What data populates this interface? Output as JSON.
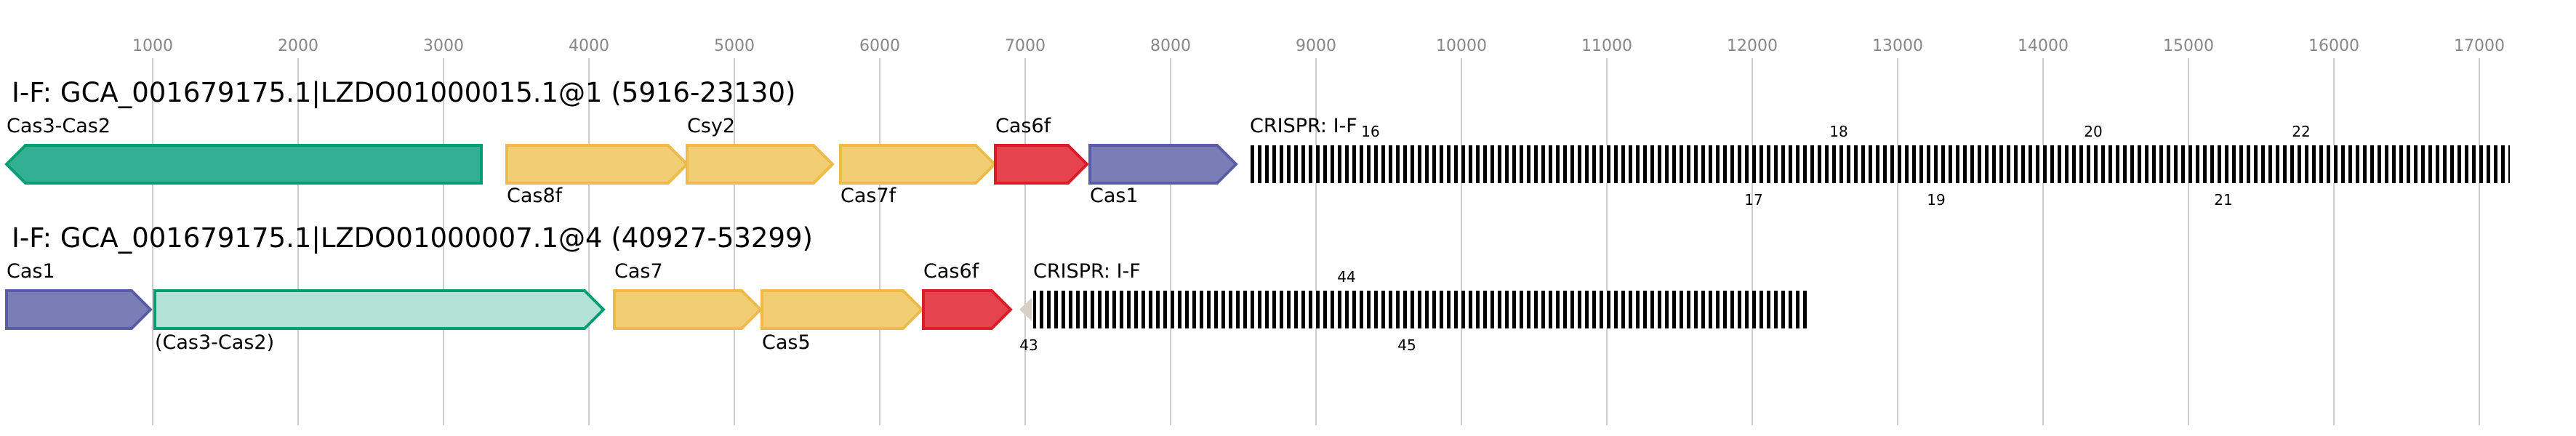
{
  "axis": {
    "ticks": [
      "1000",
      "2000",
      "3000",
      "4000",
      "5000",
      "6000",
      "7000",
      "8000",
      "9000",
      "10000",
      "11000",
      "12000",
      "13000",
      "14000",
      "15000",
      "16000",
      "17000"
    ]
  },
  "loci": [
    {
      "title": "I-F: GCA_001679175.1|LZDO01000015.1@1 (5916-23130)",
      "genes": [
        {
          "label": "Cas3-Cas2",
          "color": "teal"
        },
        {
          "label": "Cas8f",
          "color": "yellow"
        },
        {
          "label": "Csy2",
          "color": "yellow"
        },
        {
          "label": "Cas7f",
          "color": "yellow"
        },
        {
          "label": "Cas6f",
          "color": "red"
        },
        {
          "label": "Cas1",
          "color": "purple"
        }
      ],
      "crispr": {
        "label": "CRISPR: I-F",
        "repeat_numbers": [
          "16",
          "17",
          "18",
          "19",
          "20",
          "21",
          "22"
        ]
      }
    },
    {
      "title": "I-F: GCA_001679175.1|LZDO01000007.1@4 (40927-53299)",
      "genes": [
        {
          "label": "Cas1",
          "color": "purple"
        },
        {
          "label": "(Cas3-Cas2)",
          "color": "lightteal"
        },
        {
          "label": "Cas7",
          "color": "yellow"
        },
        {
          "label": "Cas5",
          "color": "yellow"
        },
        {
          "label": "Cas6f",
          "color": "red"
        }
      ],
      "crispr": {
        "label": "CRISPR: I-F",
        "repeat_numbers": [
          "43",
          "44",
          "45"
        ]
      }
    }
  ],
  "colors": {
    "teal": {
      "fill": "#33b093",
      "stroke": "#009e73"
    },
    "lightteal": {
      "fill": "#b3e2d6",
      "stroke": "#009e73"
    },
    "yellow": {
      "fill": "#f1cd74",
      "stroke": "#ecbb4b"
    },
    "red": {
      "fill": "#e5444f",
      "stroke": "#dc1c28"
    },
    "purple": {
      "fill": "#7b7eb6",
      "stroke": "#5a5ca4"
    },
    "gray": {
      "fill": "#d8cfc6",
      "stroke": "#d8cfc6"
    },
    "gridline": "#cccccc"
  }
}
